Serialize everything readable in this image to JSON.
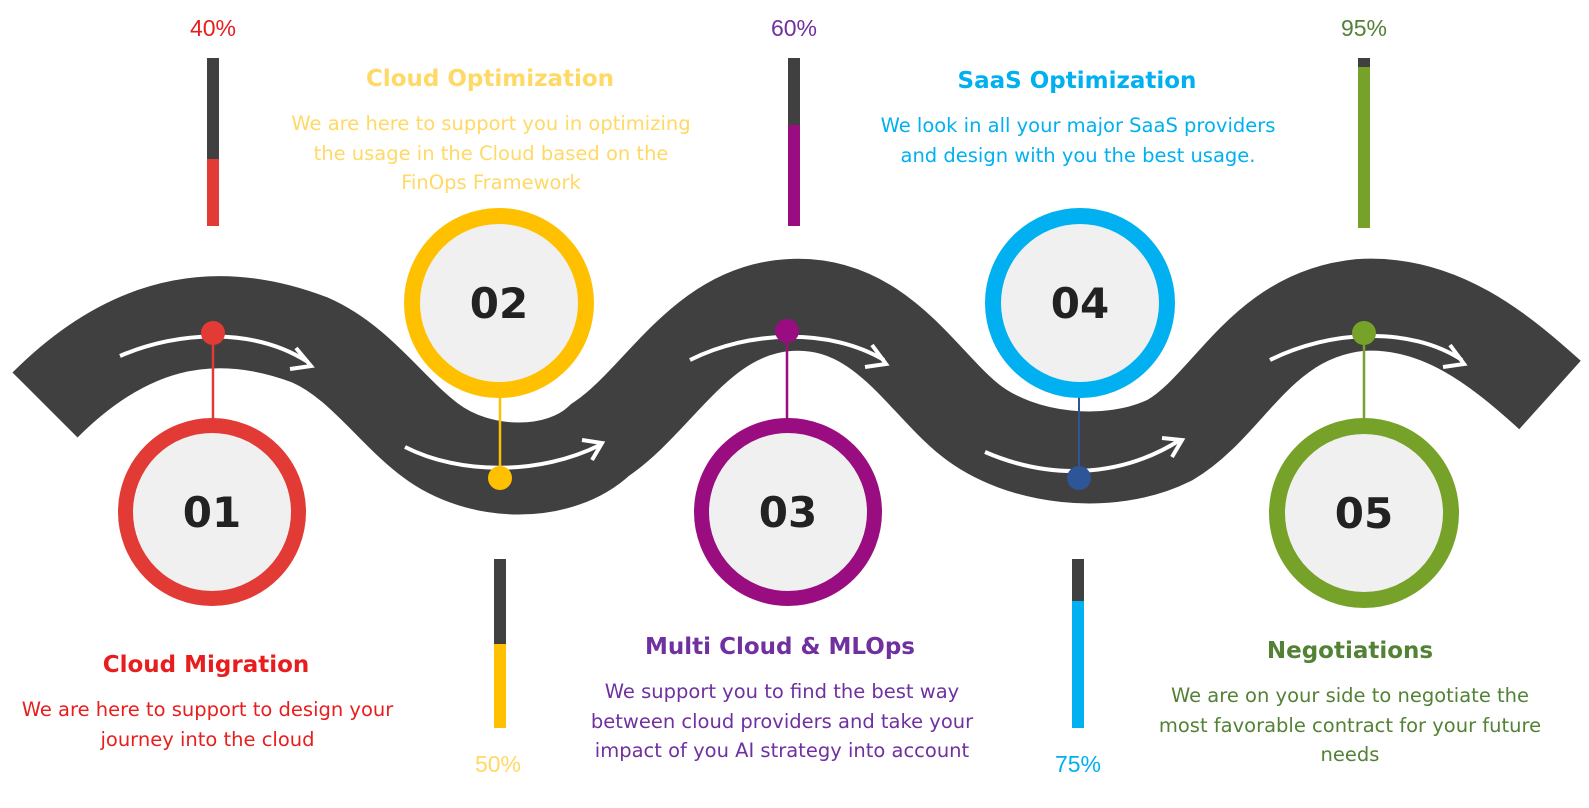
{
  "colors": {
    "road": "#404040",
    "bar_track": "#404040",
    "circle_inner": "#f0f0f0",
    "number_text": "#222222"
  },
  "steps": [
    {
      "number": "01",
      "title": "Cloud Migration",
      "description": "We are here to support to design your journey into the cloud",
      "percent_label": "40%",
      "progress": 0.4,
      "color": "#e23b36",
      "text_color": "#e81e1e"
    },
    {
      "number": "02",
      "title": "Cloud Optimization",
      "description": "We are here to support you in optimizing the usage in the Cloud based on the FinOps Framework",
      "percent_label": "50%",
      "progress": 0.5,
      "color": "#ffc000",
      "text_color": "#ffd966"
    },
    {
      "number": "03",
      "title": "Multi Cloud & MLOps",
      "description": "We support you to find the best way between  cloud providers and take your impact of you AI strategy into account",
      "percent_label": "60%",
      "progress": 0.6,
      "color": "#990d81",
      "text_color": "#7030a0"
    },
    {
      "number": "04",
      "title": "SaaS Optimization",
      "description": "We look in all your major SaaS providers and design with you the best usage.",
      "percent_label": "75%",
      "progress": 0.75,
      "color": "#00b0f0",
      "text_color": "#00b0f0"
    },
    {
      "number": "05",
      "title": "Negotiations",
      "description": "We are on your side to negotiate the most favorable contract for your future needs",
      "percent_label": "95%",
      "progress": 0.95,
      "color": "#77a22a",
      "text_color": "#538135"
    }
  ]
}
